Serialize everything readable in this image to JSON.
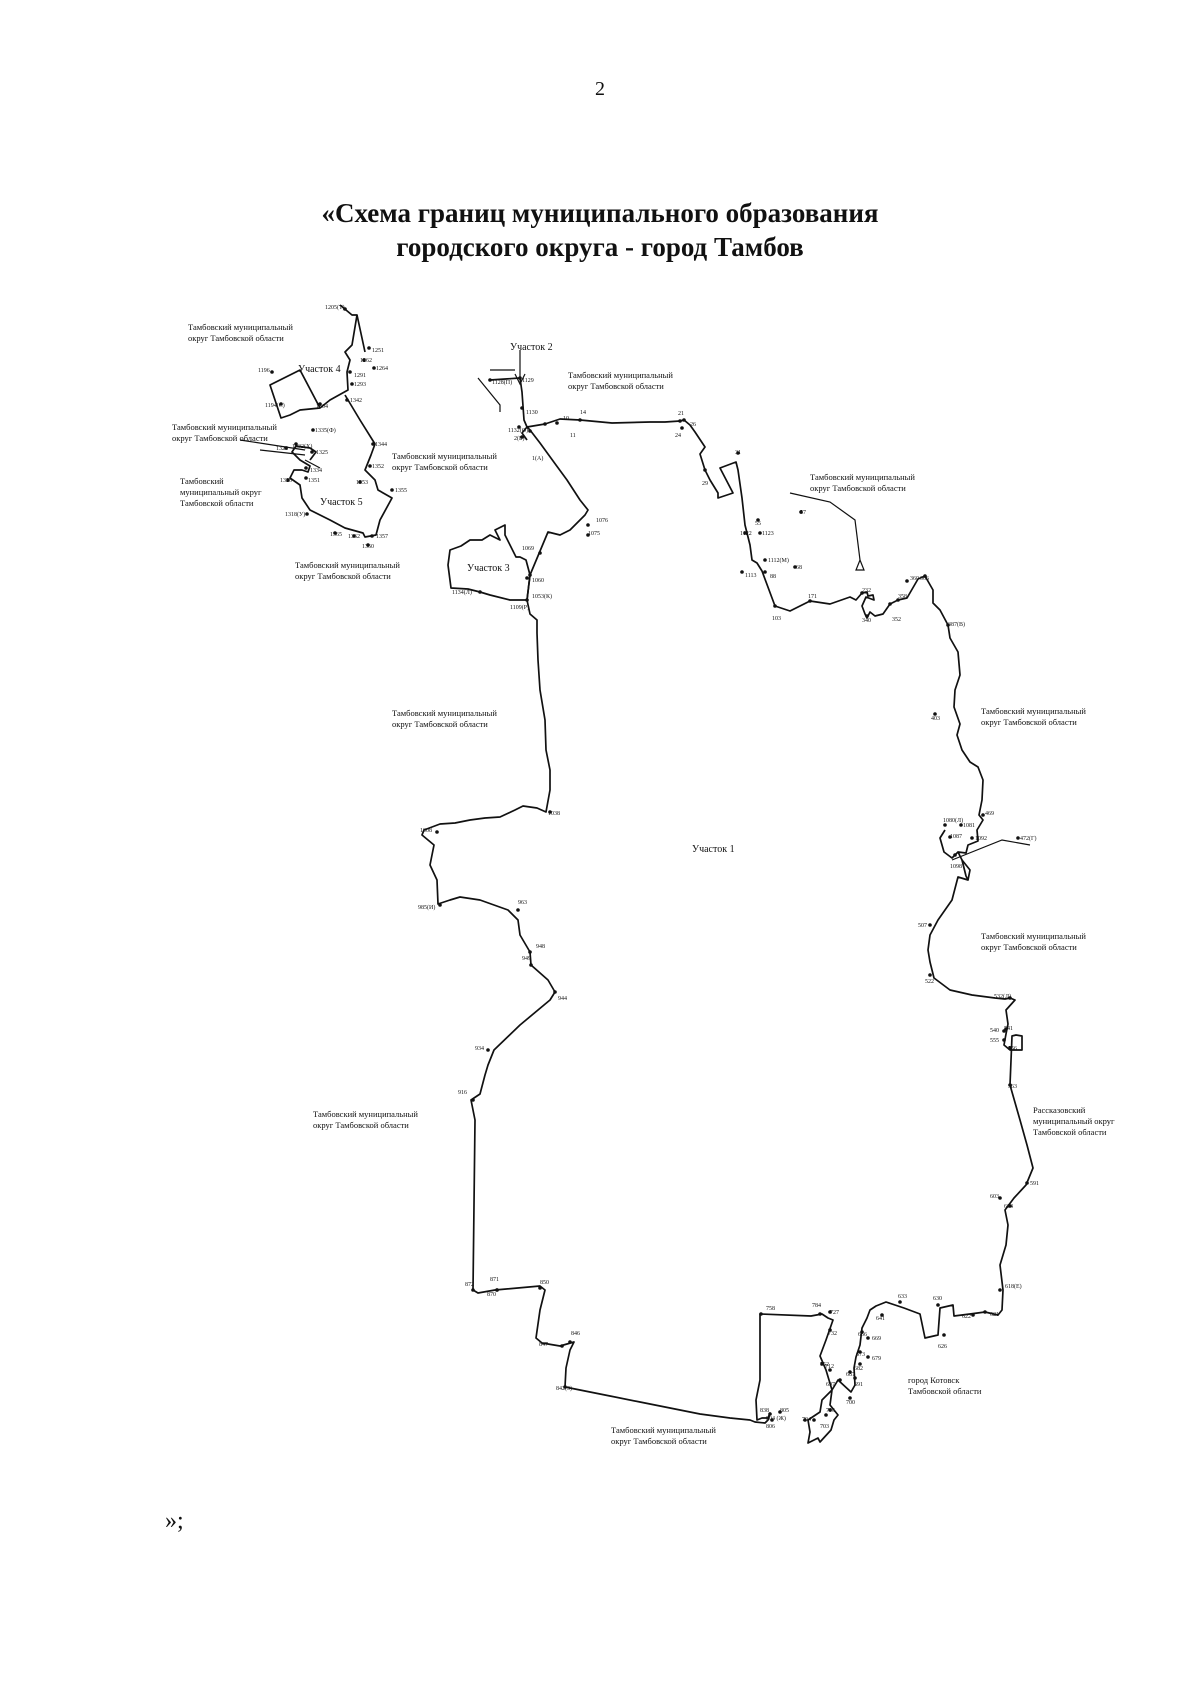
{
  "page_number": "2",
  "title_line1": "«Схема границ муниципального образования",
  "title_line2": "городского округа - город Тамбов",
  "closing_mark": "»;",
  "sections": {
    "s1": "Участок 1",
    "s2": "Участок 2",
    "s3": "Участок 3",
    "s4": "Участок 4",
    "s5": "Участок 5"
  },
  "neighbors": {
    "tmo_line1": "Тамбовский муниципальный",
    "tmo_line2": "округ Тамбовской области",
    "tmo3_line1": "Тамбовский",
    "tmo3_line2": "муниципальный округ",
    "tmo3_line3": "Тамбовской области",
    "rass_line1": "Рассказовский",
    "rass_line2": "муниципальный округ",
    "rass_line3": "Тамбовской области",
    "kotovsk_line1": "город Котовск",
    "kotovsk_line2": "Тамбовской области"
  },
  "vertex_labels": {
    "v1": "1(А)",
    "v10": "10",
    "v11": "11",
    "v14": "14",
    "v21": "21",
    "v24": "24",
    "v26": "26",
    "v29": "29",
    "v31": "31",
    "v55": "55",
    "v57": "57",
    "v68": "68",
    "v88": "88",
    "v103": "103",
    "v171": "171",
    "v232": "232",
    "v340": "340",
    "v352": "352",
    "v358": "358",
    "v360": "360",
    "v366": "366",
    "v387": "387(В)",
    "v403": "403",
    "v469": "469",
    "v472": "472(Г)",
    "v507": "507",
    "v522": "522",
    "v532": "532(Д)",
    "v540": "540",
    "v541": "541",
    "v555": "555",
    "v556": "556",
    "v563": "563",
    "v591": "591",
    "v603": "603",
    "v604": "604",
    "v618": "618(Е)",
    "v621": "621",
    "v622": "622",
    "v626": "626",
    "v630": "630",
    "v633": "633",
    "v641": "641",
    "v666": "666",
    "v669": "669",
    "v673": "673",
    "v679": "679",
    "v682": "682",
    "v687": "687",
    "v691": "691",
    "v697": "697",
    "v700": "700",
    "v703": "703",
    "v704": "704",
    "v706": "706",
    "v712": "712",
    "v727": "727",
    "v732": "732",
    "v752": "752",
    "v758": "758",
    "v784": "784",
    "v804": "804 (Ж)",
    "v805": "805",
    "v806": "806",
    "v838": "838",
    "v842": "842(З)",
    "v846": "846",
    "v847": "847",
    "v850": "850",
    "v870": "870",
    "v871": "871",
    "v872": "872",
    "v916": "916",
    "v934": "934",
    "v944": "944",
    "v949": "949",
    "v948": "948",
    "v963": "963",
    "v985": "985(И)",
    "v1008": "1008",
    "v1038": "1038",
    "v1053": "1053(К)",
    "v1060": "1060",
    "v1069": "1069",
    "v1075": "1075",
    "v1076": "1076",
    "v1080": "1080(Л)",
    "v1081": "1081",
    "v1087": "1087",
    "v1092": "1092",
    "v1098": "1098",
    "v1109": "1109(Р)",
    "v1112": "1112(М)",
    "v1113": "1113",
    "v1122": "1122",
    "v1123": "1123",
    "v1129": "1129",
    "v1128": "1128(П)",
    "v1130": "1130",
    "v1132": "1132(О)",
    "v2": "2(Б)",
    "v1134": "1134(Л)",
    "v1196": "1196",
    "v1194": "1194(С)",
    "v1205": "1205(Т)",
    "v1251": "1251",
    "v1262": "1262",
    "v1264": "1264",
    "v1291": "1291",
    "v1293": "1293",
    "v1304": "1304",
    "v1335": "1335(Ф)",
    "v1342": "1342",
    "v1344": "1344",
    "v1352": "1352",
    "v1353": "1353",
    "v1355": "1355",
    "v1357": "1357",
    "v1360": "1360",
    "v1362": "1362",
    "v1365": "1365",
    "v1318": "1318(У)",
    "v1323": "1323",
    "v1325": "1325",
    "v1328": "1328",
    "v1332": "1332(Х)",
    "v1334": "1334",
    "v1351": "1351"
  }
}
